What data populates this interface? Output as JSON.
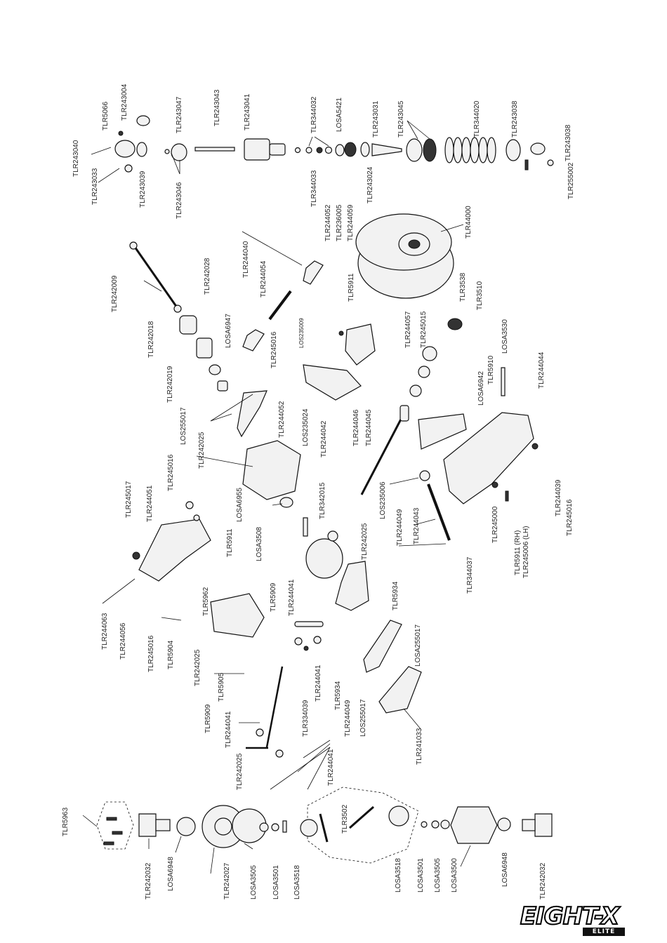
{
  "diagram": {
    "parts": [
      "TLR243040",
      "TLR243033",
      "TLR5066",
      "TLR243004",
      "TLR243039",
      "TLR243047",
      "TLR243046",
      "TLR243043",
      "TLR243041",
      "TLR344032",
      "TLR344033",
      "LOSA5421",
      "TLR243031",
      "TLR243024",
      "TLR243045",
      "TLR344020",
      "TLR243038",
      "TLR243038",
      "TLR255002",
      "TLR242009",
      "TLR242028",
      "TLR242018",
      "LOSA6947",
      "TLR244040",
      "TLR244054",
      "TLR244052",
      "TLR236005",
      "TLR244059",
      "TLR44000",
      "TLR5911",
      "LOS235009",
      "TLR245016",
      "TLR244057",
      "TLR3538",
      "TLR3510",
      "TLR245015",
      "LOSA3530",
      "TLR242019",
      "LOS255017",
      "TLR244052",
      "LOS235024",
      "TLR244042",
      "TLR244046",
      "TLR244045",
      "LOSA6942",
      "TLR5910",
      "TLR244044",
      "TLR242025",
      "LOSA6955",
      "LOSA3508",
      "TLR342015",
      "LOS235006",
      "TLR244049",
      "TLR244043",
      "TLR344037",
      "TLR245000",
      "TLR5911 (RH)",
      "TLR245006 (LH)",
      "TLR244039",
      "TLR245016",
      "TLR245017",
      "TLR244051",
      "TLR245016",
      "TLR5911",
      "TLR5962",
      "TLR244063",
      "TLR244056",
      "TLR245016",
      "TLR5904",
      "TLR242025",
      "TLR5909",
      "TLR244041",
      "TLR242025",
      "TLR5934",
      "TLR5905",
      "TLR334039",
      "TLR244041",
      "LOSA255017",
      "TLR5909",
      "TLR244041",
      "TLR242025",
      "TLR244041",
      "TLR5934",
      "TLR244049",
      "LOS255017",
      "TLR241033",
      "TLR5963",
      "TLR242032",
      "LOSA6948",
      "TLR242027",
      "LOSA3505",
      "LOSA3501",
      "LOSA3518",
      "TLR3502",
      "LOSA3518",
      "LOSA3501",
      "LOSA3505",
      "LOSA3500",
      "LOSA6948",
      "TLR242032"
    ]
  },
  "logo": {
    "main": "EIGHT-X",
    "sub": "ELITE"
  }
}
